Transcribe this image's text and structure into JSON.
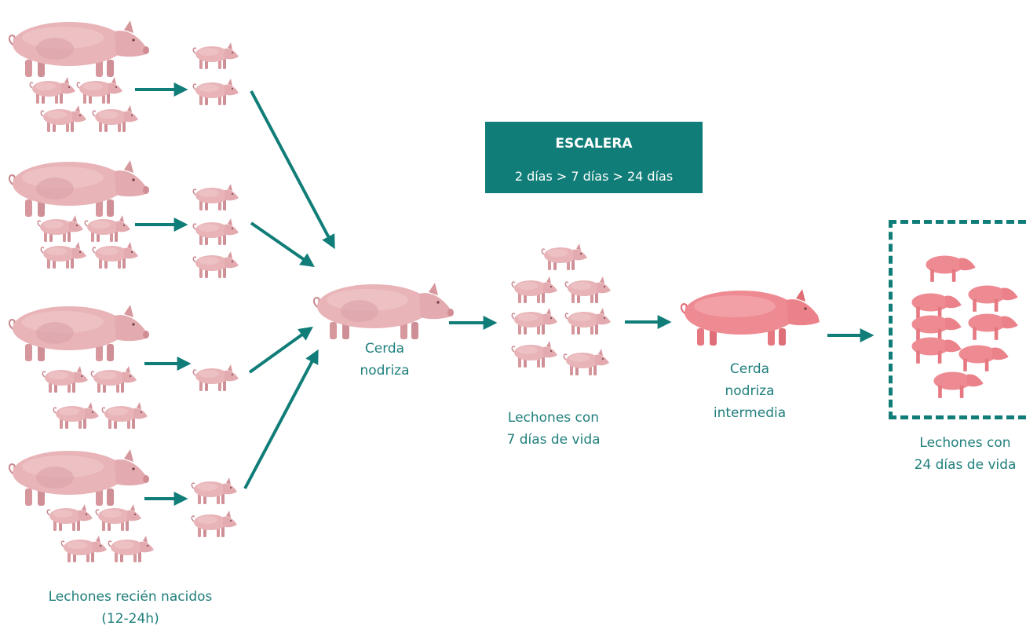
{
  "banner": {
    "title": "ESCALERA",
    "subtitle": "2 días > 7 días > 24 días"
  },
  "labels": {
    "newborn_line1": "Lechones recién nacidos",
    "newborn_line2": "(12-24h)",
    "nurse_sow_line1": "Cerda",
    "nurse_sow_line2": "nodriza",
    "piglets7_line1": "Lechones con",
    "piglets7_line2": "7 días de vida",
    "intermediate_line1": "Cerda",
    "intermediate_line2": "nodriza",
    "intermediate_line3": "intermedia",
    "piglets24_line1": "Lechones con",
    "piglets24_line2": "24 días de vida"
  },
  "colors": {
    "accent": "#117d78",
    "text": "#1f7f7c",
    "pig": "#e8b4b8",
    "pig_dark": "#d6979d",
    "pig_vivid": "#ee8a92"
  },
  "icons": [
    "sow-icon",
    "piglet-icon",
    "arrow-icon"
  ]
}
